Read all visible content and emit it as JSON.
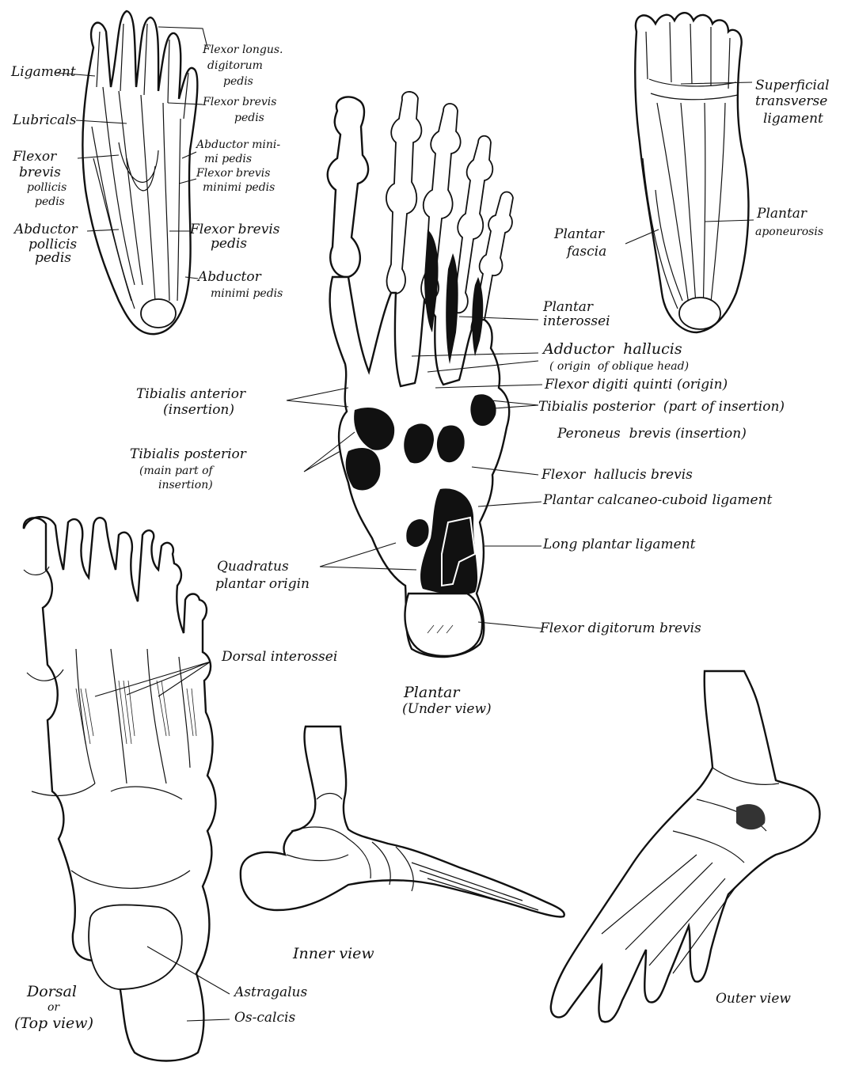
{
  "views": {
    "top_left_muscles": {
      "labels": {
        "ligament": "Ligament",
        "flexor_longus_1": "Flexor longus.",
        "flexor_longus_2": "digitorum",
        "flexor_longus_3": "pedis",
        "flexor_brevis_1": "Flexor brevis",
        "flexor_brevis_2": "pedis",
        "lubricals": "Lubricals",
        "abductor_minimi_1": "Abductor mini-",
        "abductor_minimi_2": "mi pedis",
        "flexor_brevis_pollicis_1": "Flexor",
        "flexor_brevis_pollicis_2": "brevis",
        "flexor_brevis_pollicis_3": "pollicis",
        "flexor_brevis_pollicis_4": "pedis",
        "flexor_brevis_minimi_1": "Flexor brevis",
        "flexor_brevis_minimi_2": "minimi pedis",
        "abductor_pollicis_1": "Abductor",
        "abductor_pollicis_2": "pollicis",
        "abductor_pollicis_3": "pedis",
        "flexor_brevis_pedis2_1": "Flexor brevis",
        "flexor_brevis_pedis2_2": "pedis",
        "abductor_minimi_pedis_1": "Abductor",
        "abductor_minimi_pedis_2": "minimi pedis"
      }
    },
    "top_right_plantar": {
      "labels": {
        "superficial_1": "Superficial",
        "superficial_2": "transverse",
        "superficial_3": "ligament",
        "plantar_apon_1": "Plantar",
        "plantar_apon_2": "aponeurosis",
        "plantar_fascia_1": "Plantar",
        "plantar_fascia_2": "fascia"
      }
    },
    "center_plantar": {
      "labels": {
        "plantar_interossei_1": "Plantar",
        "plantar_interossei_2": "interossei",
        "adductor_hallucis_1": "Adductor  hallucis",
        "adductor_hallucis_2": "( origin  of oblique head)",
        "flexor_digiti_quinti": "Flexor digiti quinti (origin)",
        "tibialis_posterior_part": "Tibialis posterior  (part of insertion)",
        "peroneus_brevis": "Peroneus  brevis (insertion)",
        "tibialis_anterior_1": "Tibialis anterior",
        "tibialis_anterior_2": "(insertion)",
        "tibialis_posterior_main_1": "Tibialis posterior",
        "tibialis_posterior_main_2": "(main part of",
        "tibialis_posterior_main_3": "insertion)",
        "flexor_hallucis_brevis": "Flexor  hallucis brevis",
        "plantar_calcaneo": "Plantar calcaneo-cuboid ligament",
        "long_plantar": "Long plantar ligament",
        "quadratus_1": "Quadratus",
        "quadratus_2": "plantar origin",
        "flexor_digitorum_brevis": "Flexor digitorum brevis",
        "caption_1": "Plantar",
        "caption_2": "(Under view)"
      }
    },
    "bottom_left_dorsal": {
      "labels": {
        "dorsal_interossei": "Dorsal interossei",
        "astragalus": "Astragalus",
        "os_calcis": "Os-calcis",
        "caption_1": "Dorsal",
        "caption_2": "or",
        "caption_3": "(Top view)"
      }
    },
    "inner": {
      "caption": "Inner view"
    },
    "outer": {
      "caption": "Outer view"
    }
  }
}
